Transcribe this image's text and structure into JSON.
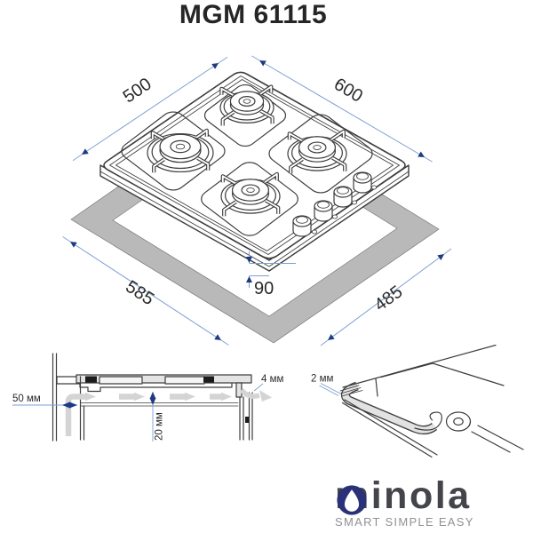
{
  "title": "MGM 61115",
  "isometric_view": {
    "hob_width_mm": "600",
    "hob_depth_mm": "500",
    "cutout_length_mm": "585",
    "cutout_depth_mm": "485",
    "cutout_front_offset_mm": "90"
  },
  "cross_section_view": {
    "wall_clearance": "50 мм",
    "under_hob_clearance": "20 мм",
    "rim_height_gap": "4 мм"
  },
  "seal_detail_view": {
    "seal_tape_thickness": "2 мм"
  },
  "logo": {
    "brand": "minola",
    "tagline": "SMART SIMPLE EASY"
  },
  "icons": {
    "minola_drop_icon": "water drop inside navy circle"
  },
  "colors": {
    "line-dark": "#3d3d3d",
    "label-dark": "#2a2a2a",
    "dim-blue": "#7d9fd2",
    "arrow-navy": "#1d3a82",
    "worktop-gray": "#b9b9b9",
    "flow-gray": "#d4d4d4",
    "gasket-gray": "#e2e2e2",
    "logo-navy": "#2b3178",
    "logo-gray": "#43454a",
    "tagline-gray": "#8f9195"
  }
}
